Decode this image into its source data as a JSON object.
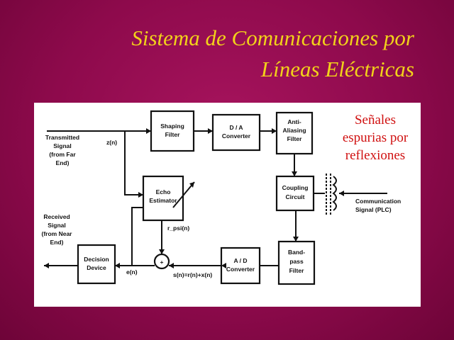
{
  "slide": {
    "title_line1": "Sistema de Comunicaciones por",
    "title_line2": "Líneas Eléctricas",
    "note_lines": [
      "Señales",
      "espurias por",
      "reflexiones"
    ]
  },
  "diagram": {
    "blocks": {
      "shaping_filter": [
        "Shaping",
        "Filter"
      ],
      "da_converter": [
        "D / A",
        "Converter"
      ],
      "anti_aliasing": [
        "Anti-",
        "Aliasing",
        "Filter"
      ],
      "echo_estimator": [
        "Echo",
        "Estimator"
      ],
      "coupling_circuit": [
        "Coupling",
        "Circuit"
      ],
      "bandpass_filter": [
        "Band-",
        "pass",
        "Filter"
      ],
      "ad_converter": [
        "A / D",
        "Converter"
      ],
      "decision_device": [
        "Decision",
        "Device"
      ]
    },
    "signals": {
      "transmitted": [
        "Transmitted",
        "Signal",
        "(from Far",
        "End)"
      ],
      "received": [
        "Received",
        "Signal",
        "(from Near",
        "End)"
      ],
      "communication": [
        "Communication",
        "Signal (PLC)"
      ],
      "z_n": "z(n)",
      "r_psi_n": "r_psi(n)",
      "s_n": "s(n)=r(n)+x(n)",
      "e_n": "e(n)",
      "plus": "+"
    }
  },
  "colors": {
    "background": "#8e0a4c",
    "title": "#f2d21a",
    "note": "#d01010",
    "panel": "#ffffff"
  }
}
